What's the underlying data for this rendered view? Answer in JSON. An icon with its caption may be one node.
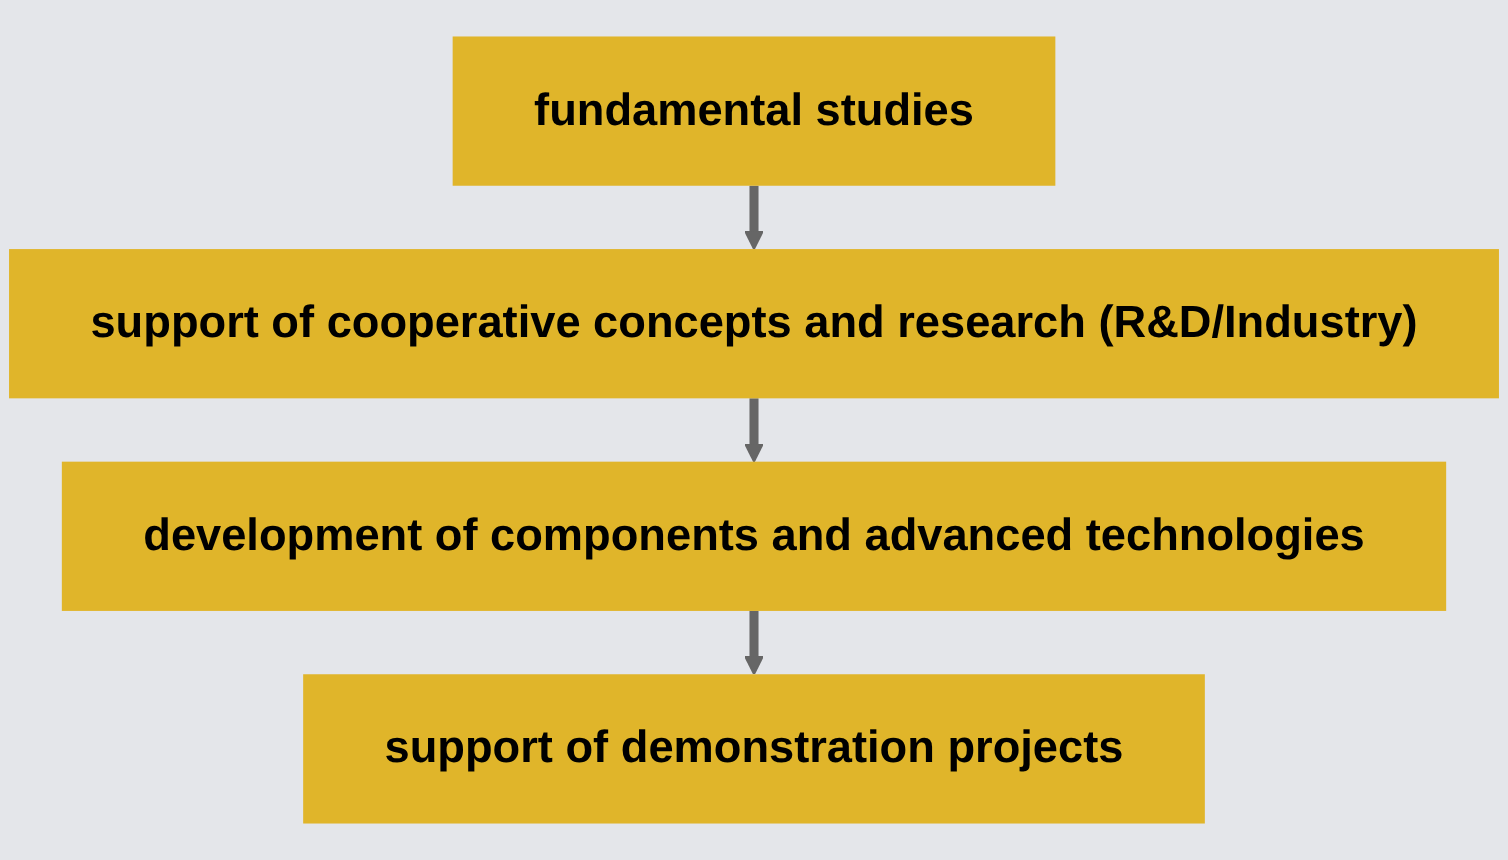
{
  "diagram": {
    "nodes": [
      {
        "text": [
          "fundamental studies"
        ]
      },
      {
        "text": [
          "support of cooperative concepts and research (R&D/Industry)"
        ]
      },
      {
        "text": [
          "development of components and advanced technologies"
        ]
      },
      {
        "text": [
          "support of demonstration projects"
        ]
      }
    ],
    "edges": [
      {
        "from": 0,
        "to": 1,
        "arrow": "to"
      },
      {
        "from": 1,
        "to": 2,
        "arrow": "to"
      },
      {
        "from": 2,
        "to": 3,
        "arrow": "to"
      }
    ]
  }
}
